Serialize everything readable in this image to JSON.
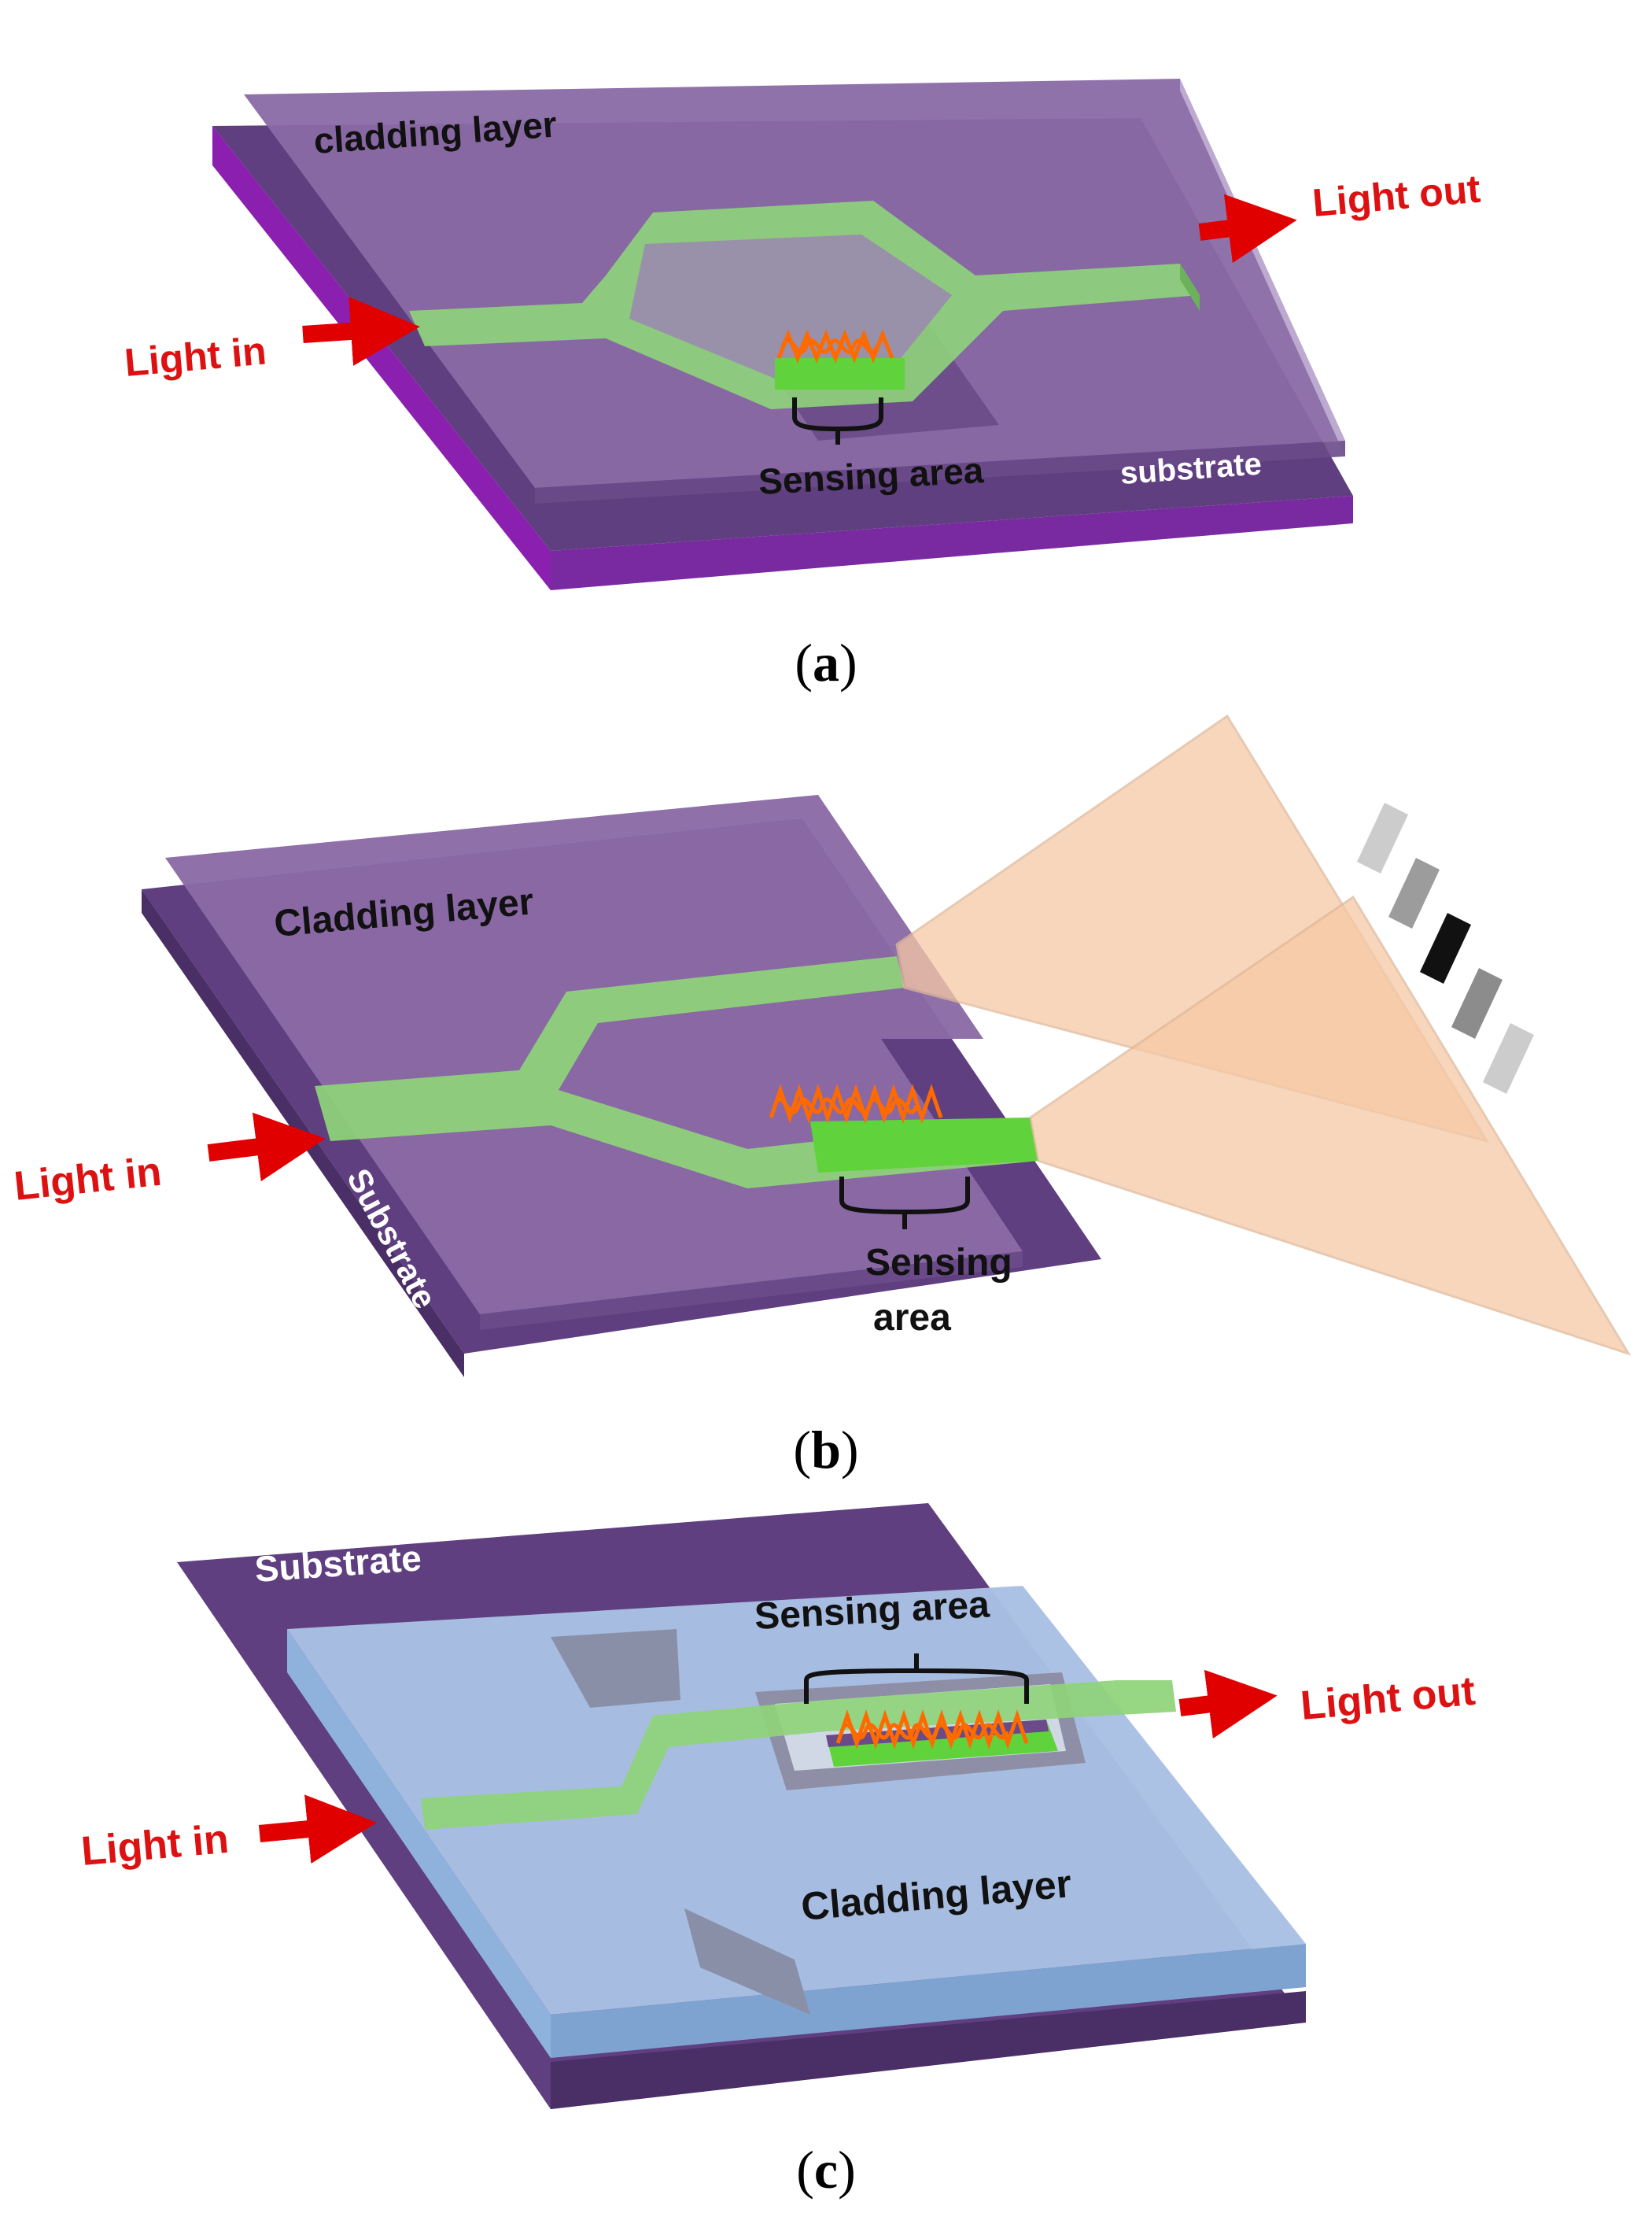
{
  "panels": {
    "a": {
      "caption_open": "(",
      "caption_letter": "a",
      "caption_close": ")",
      "cladding_label": "cladding layer",
      "light_in_label": "Light in",
      "light_out_label": "Light out",
      "sensing_label": "Sensing area",
      "substrate_label": "substrate"
    },
    "b": {
      "caption_open": "(",
      "caption_letter": "b",
      "caption_close": ")",
      "cladding_label": "Cladding layer",
      "light_in_label": "Light in",
      "sensing_label_line1": "Sensing",
      "sensing_label_line2": "area",
      "substrate_label": "Substrate"
    },
    "c": {
      "caption_open": "(",
      "caption_letter": "c",
      "caption_close": ")",
      "substrate_label": "Substrate",
      "sensing_label": "Sensing area",
      "light_in_label": "Light in",
      "light_out_label": "Light out",
      "cladding_label": "Cladding layer"
    }
  },
  "colors": {
    "substrate_purple": "#5f3f7f",
    "substrate_edge_purple": "#8b1fb0",
    "cladding_purple": "#8a6aa5",
    "cladding_blue": "#a9c0e4",
    "waveguide_green": "#8ed47a",
    "sensing_green": "#5fd23c",
    "biomolecule_orange": "#ff6a00",
    "arrow_red": "#e00000",
    "label_red": "#dd1111",
    "cone_peach": "#f6c9a6"
  }
}
